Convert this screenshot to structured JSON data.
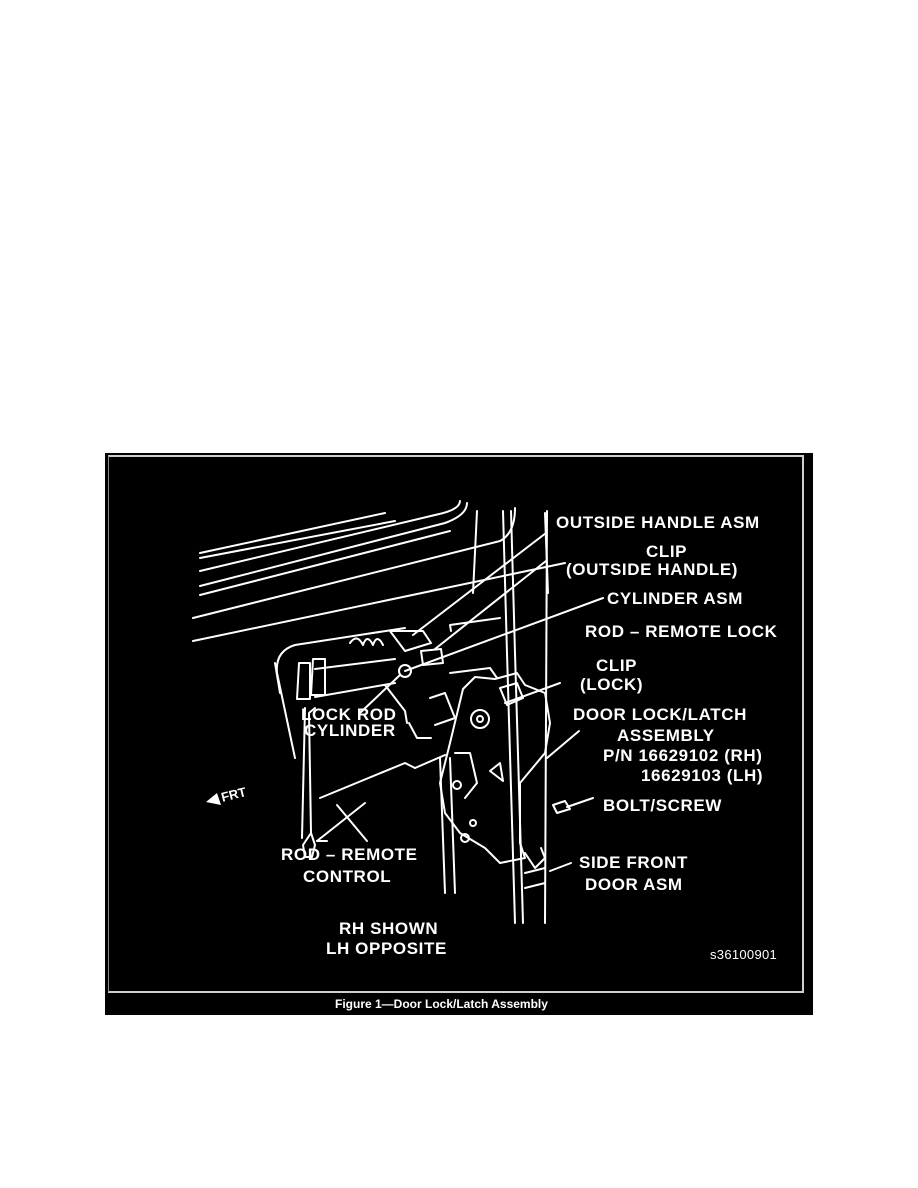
{
  "figure": {
    "caption": "Figure 1—Door Lock/Latch Assembly",
    "image_id": "s36100901",
    "colors": {
      "background": "#000000",
      "lines": "#ffffff",
      "page": "#ffffff"
    },
    "direction_indicator": {
      "icon": "arrow-left-icon",
      "label": "FRT"
    },
    "labels": {
      "outside_handle_asm": "OUTSIDE HANDLE ASM",
      "clip_outside_handle_1": "CLIP",
      "clip_outside_handle_2": "(OUTSIDE HANDLE)",
      "cylinder_asm": "CYLINDER ASM",
      "rod_remote_lock": "ROD – REMOTE LOCK",
      "clip_lock_1": "CLIP",
      "clip_lock_2": "(LOCK)",
      "door_lock_latch_1": "DOOR LOCK/LATCH",
      "door_lock_latch_2": "ASSEMBLY",
      "door_lock_latch_pn_rh": "P/N 16629102 (RH)",
      "door_lock_latch_pn_lh": "16629103 (LH)",
      "bolt_screw": "BOLT/SCREW",
      "side_front_door_1": "SIDE FRONT",
      "side_front_door_2": "DOOR ASM",
      "lock_rod_cylinder_1": "LOCK ROD",
      "lock_rod_cylinder_2": "CYLINDER",
      "rod_remote_control_1": "ROD – REMOTE",
      "rod_remote_control_2": "CONTROL",
      "rh_shown": "RH SHOWN",
      "lh_opposite": "LH OPPOSITE"
    }
  }
}
